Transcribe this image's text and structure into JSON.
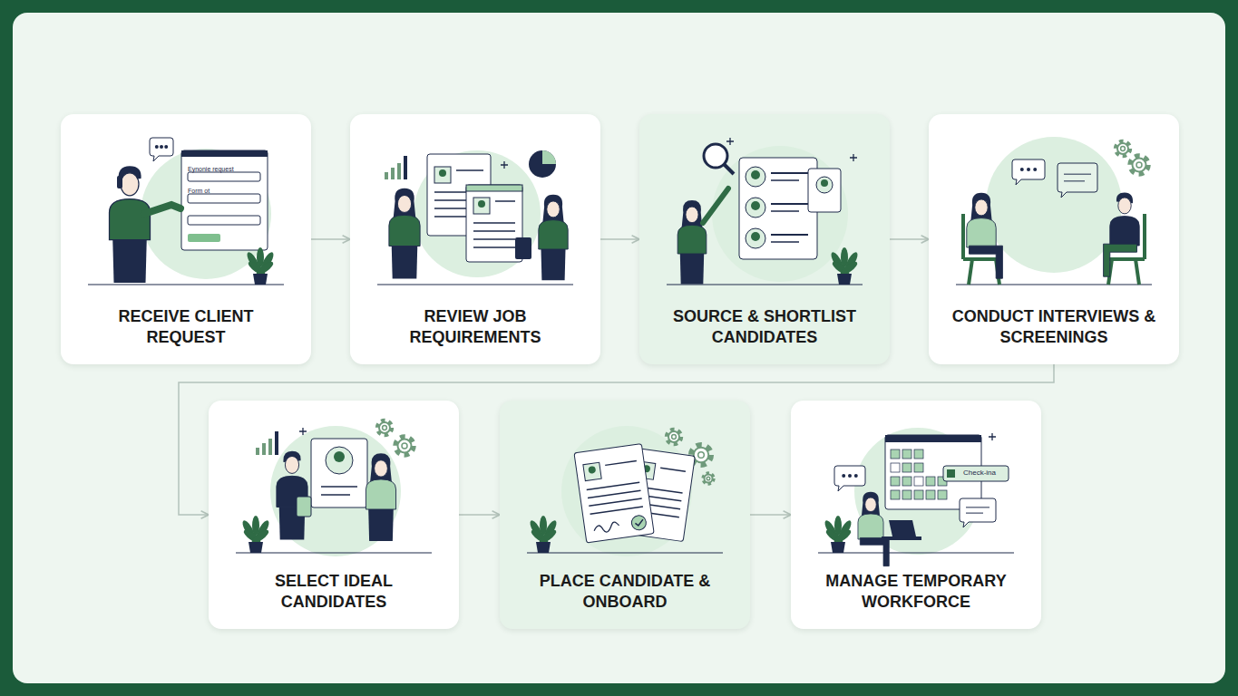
{
  "diagram": {
    "nodes": [
      {
        "text": [
          "RECEIVE CLIENT REQUEST"
        ]
      },
      {
        "text": [
          "REVIEW JOB REQUIREMENTS"
        ]
      },
      {
        "text": [
          "SOURCE & SHORTLIST CANDIDATES"
        ]
      },
      {
        "text": [
          "CONDUCT INTERVIEWS & SCREENINGS"
        ]
      },
      {
        "text": [
          "SELECT IDEAL CANDIDATES"
        ]
      },
      {
        "text": [
          "PLACE CANDIDATE & ONBOARD"
        ]
      },
      {
        "text": [
          "MANAGE TEMPORARY WORKFORCE"
        ]
      }
    ],
    "edges": [
      {
        "from": 0,
        "to": 1,
        "arrow": "to"
      },
      {
        "from": 1,
        "to": 2,
        "arrow": "to"
      },
      {
        "from": 2,
        "to": 3,
        "arrow": "to"
      },
      {
        "from": 3,
        "to": 4,
        "arrow": "to"
      },
      {
        "from": 4,
        "to": 5,
        "arrow": "to"
      },
      {
        "from": 5,
        "to": 6,
        "arrow": "to"
      }
    ],
    "labels": [
      "Eynonie request",
      "Form ot",
      "Check-ina"
    ]
  }
}
